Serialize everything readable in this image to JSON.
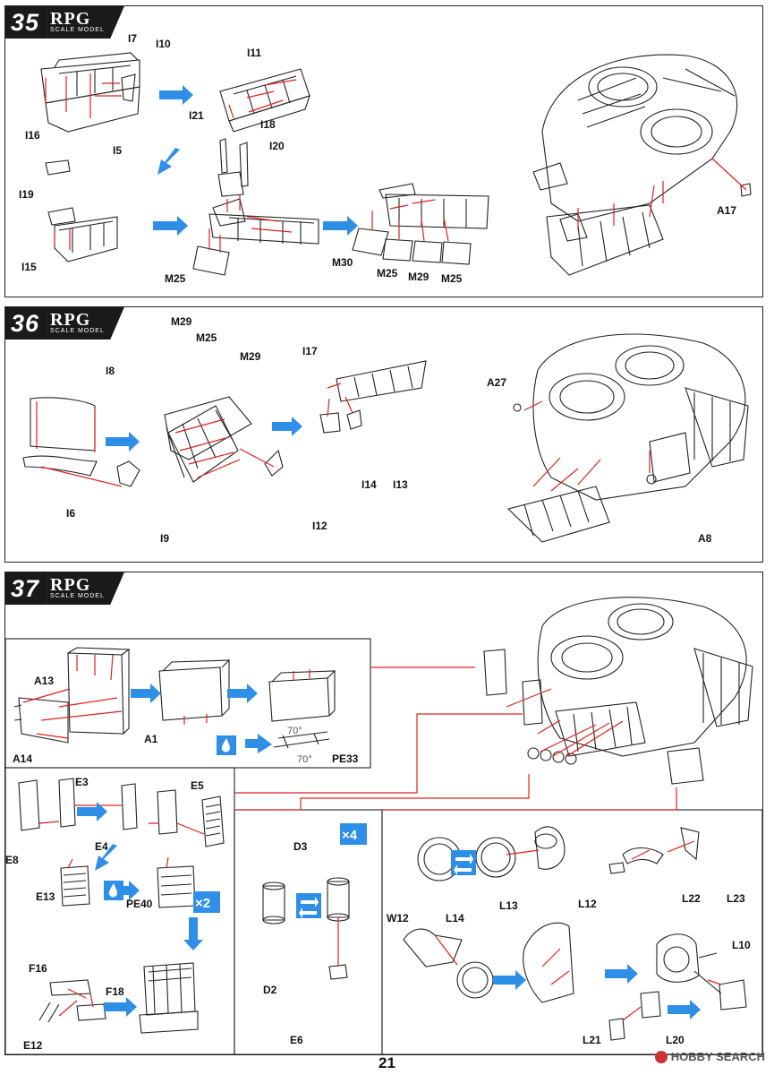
{
  "brand": {
    "logo": "RPG",
    "subtitle": "SCALE MODEL"
  },
  "steps": [
    {
      "number": "35",
      "labels": [
        "I7",
        "I10",
        "I5",
        "I16",
        "I19",
        "I15",
        "I11",
        "I21",
        "I18",
        "I20",
        "M25",
        "M30",
        "M25",
        "M29",
        "M25",
        "A17"
      ]
    },
    {
      "number": "36",
      "labels": [
        "I8",
        "I6",
        "I9",
        "M29",
        "M25",
        "M29",
        "I12",
        "I17",
        "I14",
        "I13",
        "A27",
        "A8"
      ]
    },
    {
      "number": "37",
      "labels": [
        "A13",
        "A14",
        "A1",
        "PE33",
        "E3",
        "E5",
        "E8",
        "E4",
        "E13",
        "PE40",
        "F16",
        "F18",
        "E12",
        "D3",
        "D2",
        "E6",
        "W12",
        "L14",
        "L13",
        "L12",
        "L22",
        "L23",
        "L10",
        "L21",
        "L20"
      ]
    }
  ],
  "callouts": {
    "angle": "70°",
    "times4": "×4",
    "times2": "×2"
  },
  "page_number": "21",
  "watermark": "HOBBY SEARCH",
  "colors": {
    "arrow_blue": "#2f8fe6",
    "line_red": "#e02020",
    "header_black": "#1a1a1a"
  }
}
